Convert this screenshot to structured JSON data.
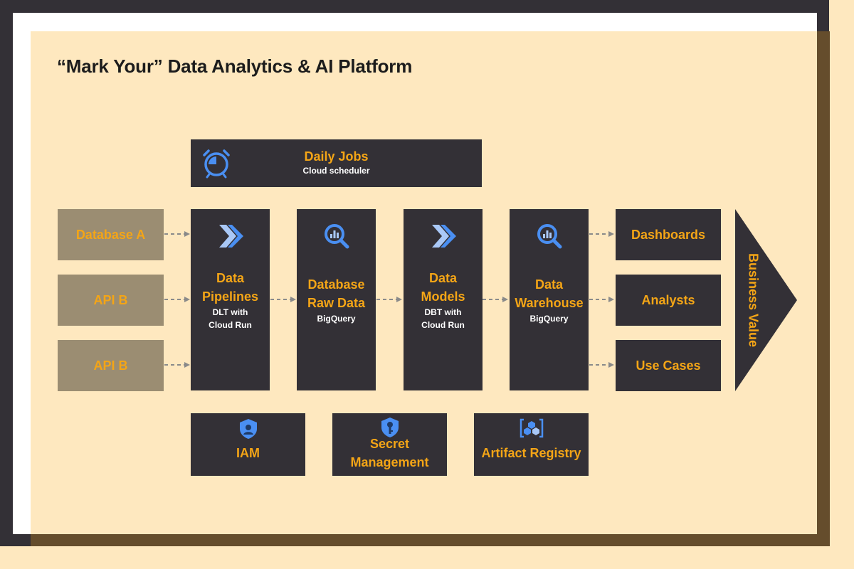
{
  "title": "“Mark Your” Data Analytics & AI Platform",
  "daily_jobs": {
    "label": "Daily Jobs",
    "sub": "Cloud scheduler",
    "icon": "alarm-clock-icon"
  },
  "sources": [
    {
      "label": "Database A"
    },
    {
      "label": "API B"
    },
    {
      "label": "API B"
    }
  ],
  "stages": [
    {
      "lines": [
        "Data",
        "Pipelines"
      ],
      "sub": [
        "DLT with",
        "Cloud Run"
      ],
      "icon": "pipeline-chevron-icon"
    },
    {
      "lines": [
        "Database",
        "Raw Data"
      ],
      "sub": [
        "BigQuery"
      ],
      "icon": "bigquery-icon"
    },
    {
      "lines": [
        "Data",
        "Models"
      ],
      "sub": [
        "DBT with",
        "Cloud Run"
      ],
      "icon": "pipeline-chevron-icon"
    },
    {
      "lines": [
        "Data",
        "Warehouse"
      ],
      "sub": [
        "BigQuery"
      ],
      "icon": "bigquery-icon"
    }
  ],
  "outputs": [
    {
      "label": "Dashboards"
    },
    {
      "label": "Analysts"
    },
    {
      "label": "Use Cases"
    }
  ],
  "business_value": "Business Value",
  "services": [
    {
      "lines": [
        "IAM"
      ],
      "icon": "iam-shield-icon"
    },
    {
      "lines": [
        "Secret",
        "Management"
      ],
      "icon": "secret-key-shield-icon"
    },
    {
      "lines": [
        "Artifact Registry"
      ],
      "icon": "artifact-registry-icon"
    }
  ],
  "colors": {
    "accent": "#F4A516",
    "box": "#333036",
    "source_box": "#9B8D72",
    "background": "#FEE8BF",
    "icon_blue": "#4A8FF2",
    "arrow": "#8A8A8A"
  }
}
